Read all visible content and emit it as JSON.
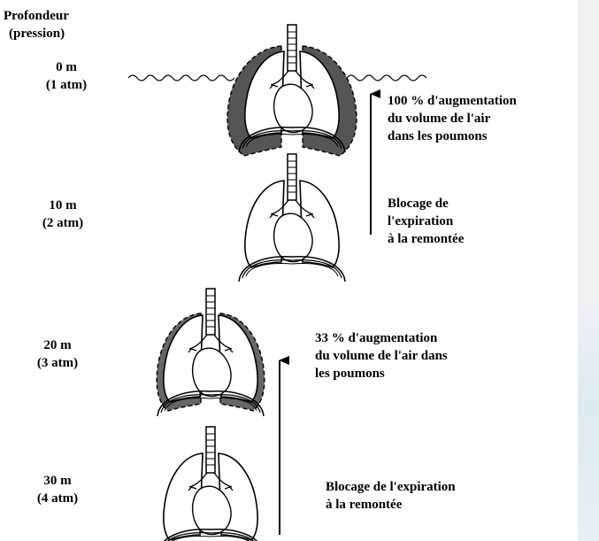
{
  "header": {
    "line1": "Profondeur",
    "line2": "(pression)"
  },
  "depths": [
    {
      "depth": "0 m",
      "pressure": "(1 atm)"
    },
    {
      "depth": "10 m",
      "pressure": "(2 atm)"
    },
    {
      "depth": "20 m",
      "pressure": "(3 atm)"
    },
    {
      "depth": "30 m",
      "pressure": "(4 atm)"
    }
  ],
  "annotations": {
    "top_increase": [
      "100 % d'augmentation",
      "du volume de l'air",
      "dans les poumons"
    ],
    "top_block": [
      "Blocage de",
      "l'expiration",
      "à la remontée"
    ],
    "bottom_increase": [
      "33 % d'augmentation",
      "du volume de l'air dans",
      "les poumons"
    ],
    "bottom_block": [
      "Blocage de l'expiration",
      "à la remontée"
    ]
  }
}
